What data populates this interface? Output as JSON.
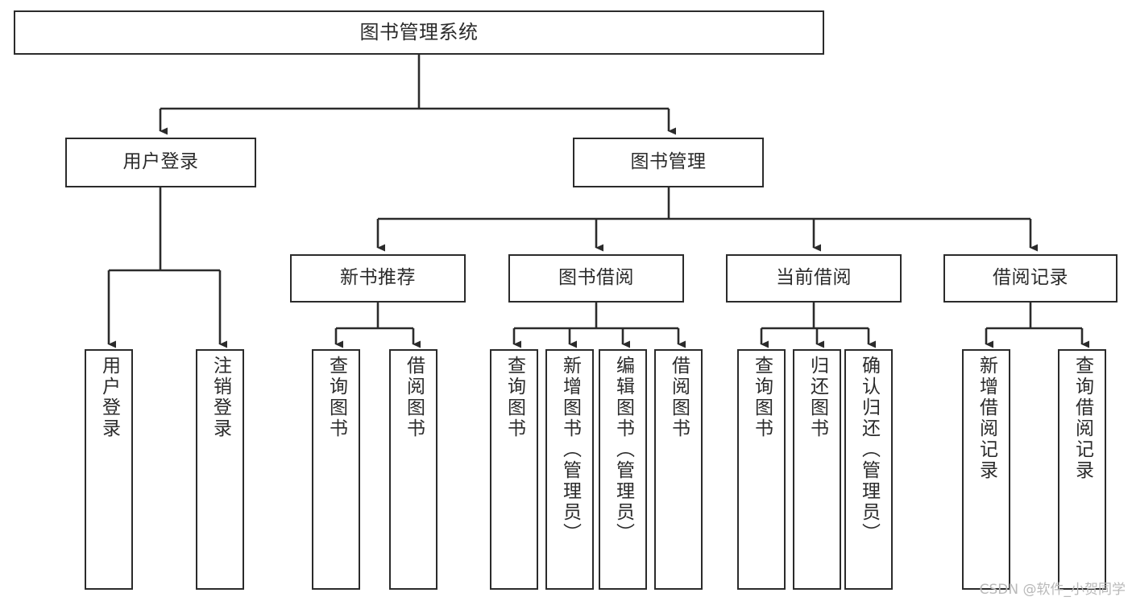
{
  "diagram": {
    "title": "图书管理系统",
    "type": "tree-hierarchy",
    "root": {
      "label": "图书管理系统"
    },
    "level2": [
      {
        "label": "用户登录"
      },
      {
        "label": "图书管理"
      }
    ],
    "level3": [
      {
        "label": "新书推荐"
      },
      {
        "label": "图书借阅"
      },
      {
        "label": "当前借阅"
      },
      {
        "label": "借阅记录"
      }
    ],
    "leaves": {
      "user_login": [
        {
          "label": "用户登录"
        },
        {
          "label": "注销登录"
        }
      ],
      "new_book_recommend": [
        {
          "label": "查询图书"
        },
        {
          "label": "借阅图书"
        }
      ],
      "book_borrow": [
        {
          "label": "查询图书"
        },
        {
          "label": "新增图书（管理员）"
        },
        {
          "label": "编辑图书（管理员）"
        },
        {
          "label": "借阅图书"
        }
      ],
      "current_borrow": [
        {
          "label": "查询图书"
        },
        {
          "label": "归还图书"
        },
        {
          "label": "确认归还（管理员）"
        }
      ],
      "borrow_records": [
        {
          "label": "新增借阅记录"
        },
        {
          "label": "查询借阅记录"
        }
      ]
    }
  },
  "watermark": {
    "text": "CSDN @软件_小贺同学"
  },
  "colors": {
    "stroke": "#2b2b2b",
    "background": "#ffffff",
    "text": "#2b2b2b",
    "watermark": "#b9b9b9"
  }
}
